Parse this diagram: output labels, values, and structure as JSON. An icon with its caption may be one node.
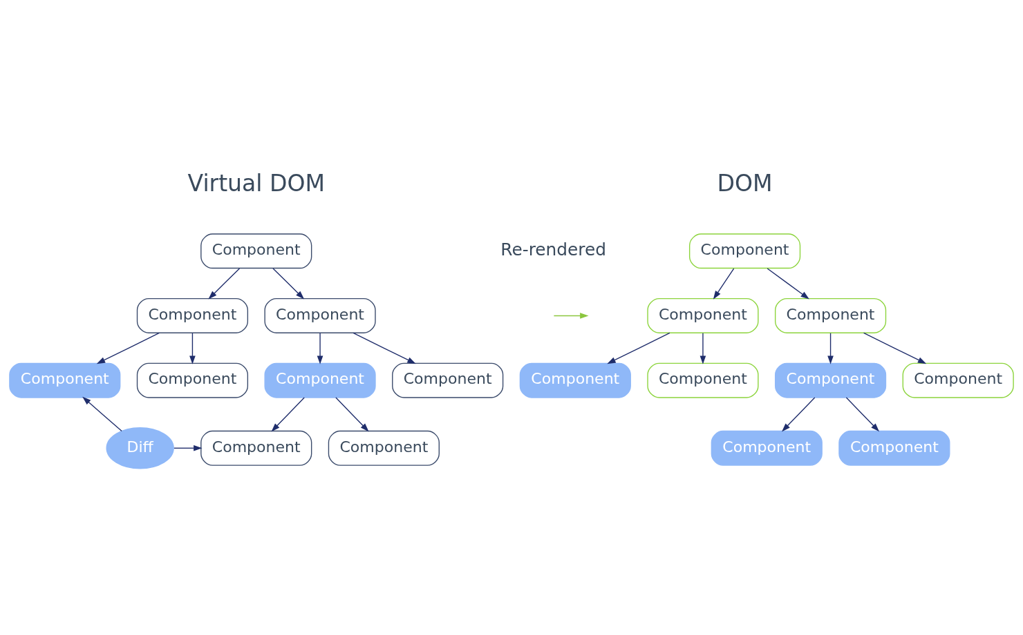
{
  "diagram": {
    "nodes": [
      {
        "text": [
          "Component"
        ]
      },
      {
        "text": [
          "Component"
        ]
      },
      {
        "text": [
          "Component"
        ]
      },
      {
        "text": [
          "Component"
        ]
      },
      {
        "text": [
          "Component"
        ]
      },
      {
        "text": [
          "Component"
        ]
      },
      {
        "text": [
          "Component"
        ]
      },
      {
        "text": [
          "Component"
        ]
      },
      {
        "text": [
          "Component"
        ]
      },
      {
        "text": [
          "Diff"
        ]
      },
      {
        "text": [
          "Component"
        ]
      },
      {
        "text": [
          "Component"
        ]
      },
      {
        "text": [
          "Component"
        ]
      },
      {
        "text": [
          "Component"
        ]
      },
      {
        "text": [
          "Component"
        ]
      },
      {
        "text": [
          "Component"
        ]
      },
      {
        "text": [
          "Component"
        ]
      },
      {
        "text": [
          "Component"
        ]
      },
      {
        "text": [
          "Component"
        ]
      }
    ],
    "edges": [
      {
        "from": 0,
        "to": 1,
        "arrow": "to"
      },
      {
        "from": 0,
        "to": 2,
        "arrow": "to"
      },
      {
        "from": 1,
        "to": 3,
        "arrow": "to"
      },
      {
        "from": 1,
        "to": 4,
        "arrow": "to"
      },
      {
        "from": 2,
        "to": 5,
        "arrow": "to"
      },
      {
        "from": 2,
        "to": 6,
        "arrow": "to"
      },
      {
        "from": 5,
        "to": 7,
        "arrow": "to"
      },
      {
        "from": 5,
        "to": 8,
        "arrow": "to"
      },
      {
        "from": 9,
        "to": 3,
        "arrow": "to"
      },
      {
        "from": 9,
        "to": 7,
        "arrow": "to"
      },
      {
        "from": 10,
        "to": 11,
        "arrow": "to"
      },
      {
        "from": 10,
        "to": 12,
        "arrow": "to"
      },
      {
        "from": 11,
        "to": 13,
        "arrow": "to"
      },
      {
        "from": 11,
        "to": 14,
        "arrow": "to"
      },
      {
        "from": 12,
        "to": 15,
        "arrow": "to"
      },
      {
        "from": 12,
        "to": 16,
        "arrow": "to"
      },
      {
        "from": 15,
        "to": 17,
        "arrow": "to"
      },
      {
        "from": 15,
        "to": 18,
        "arrow": "to"
      }
    ],
    "labels": [
      "Virtual DOM",
      "DOM",
      "Re-rendered"
    ]
  }
}
